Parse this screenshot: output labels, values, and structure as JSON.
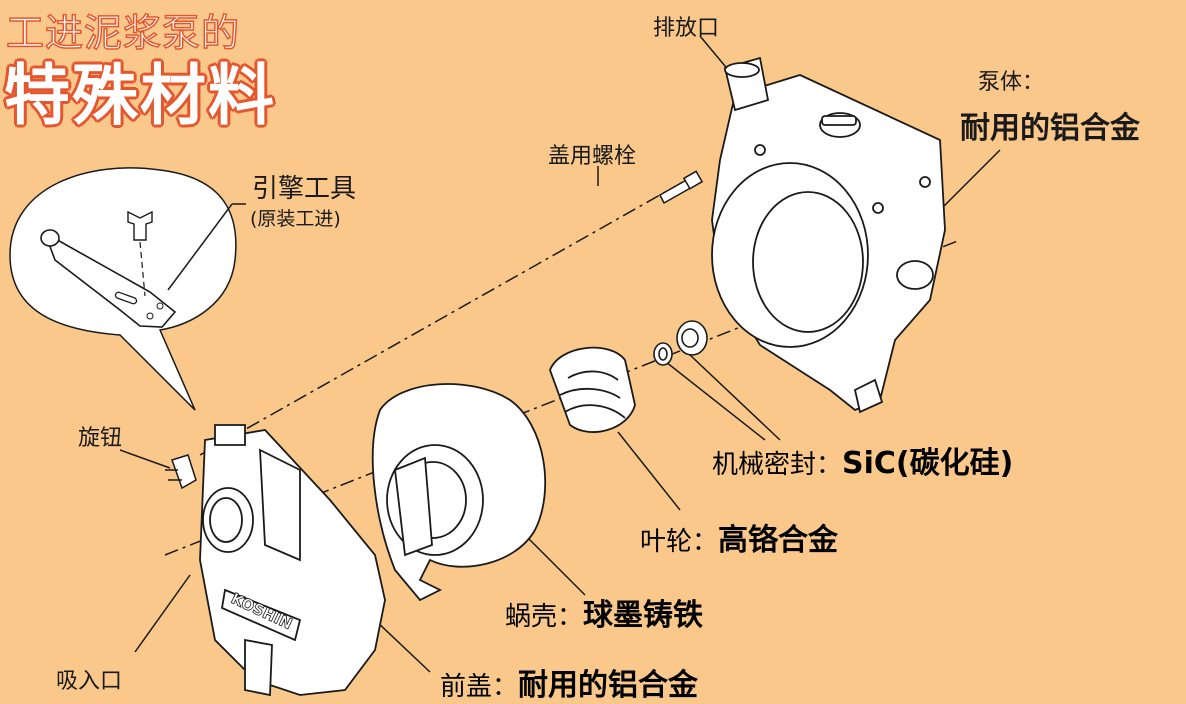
{
  "title": {
    "line1": "工进泥浆泵的",
    "line2": "特殊材料"
  },
  "labels": {
    "outlet": "排放口",
    "pump_body": "泵体：",
    "pump_body_material": "耐用的铝合金",
    "cover_bolt": "盖用螺栓",
    "engine_tool": "引擎工具",
    "engine_tool_note": "(原装工进)",
    "knob": "旋钮",
    "mech_seal": "机械密封：",
    "mech_seal_material": "SiC(碳化硅)",
    "impeller": "叶轮：",
    "impeller_material": "高铬合金",
    "volute": "蜗壳：",
    "volute_material": "球墨铸铁",
    "front_cover": "前盖：",
    "front_cover_material": "耐用的铝合金",
    "inlet": "吸入口",
    "brand": "KOSHIN"
  },
  "colors": {
    "background": "#f9c88a",
    "title_outline": "#e4572e",
    "line": "#1a1a1a",
    "part_fill": "#ffffff"
  }
}
